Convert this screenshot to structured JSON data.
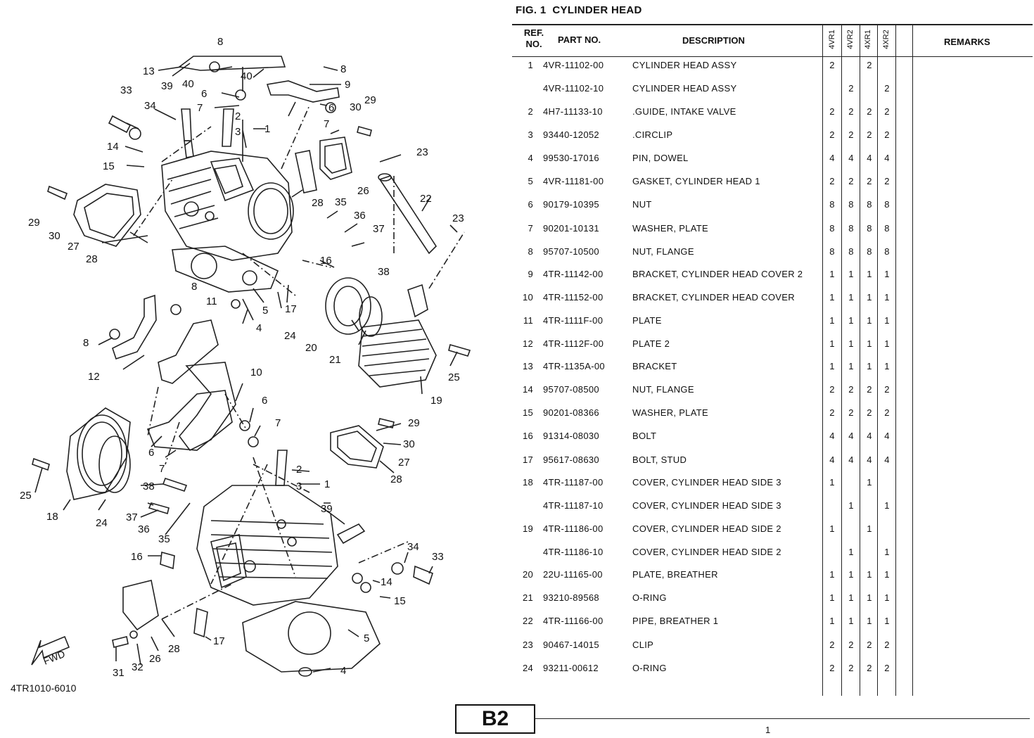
{
  "figure": {
    "label": "FIG. 1",
    "title": "CYLINDER HEAD"
  },
  "headers": {
    "ref_no_line1": "REF.",
    "ref_no_line2": "NO.",
    "part_no": "PART NO.",
    "description": "DESCRIPTION",
    "models": [
      "4VR1",
      "4VR2",
      "4XR1",
      "4XR2"
    ],
    "remarks": "REMARKS"
  },
  "rows": [
    {
      "ref": "1",
      "part": "4VR-11102-00",
      "desc": "CYLINDER HEAD ASSY",
      "q": [
        "2",
        "",
        "2",
        ""
      ]
    },
    {
      "ref": "",
      "part": "4VR-11102-10",
      "desc": "CYLINDER HEAD ASSY",
      "q": [
        "",
        "2",
        "",
        "2"
      ]
    },
    {
      "ref": "2",
      "part": "4H7-11133-10",
      "desc": ".GUIDE, INTAKE VALVE",
      "q": [
        "2",
        "2",
        "2",
        "2"
      ]
    },
    {
      "ref": "3",
      "part": "93440-12052",
      "desc": ".CIRCLIP",
      "q": [
        "2",
        "2",
        "2",
        "2"
      ]
    },
    {
      "ref": "4",
      "part": "99530-17016",
      "desc": "PIN, DOWEL",
      "q": [
        "4",
        "4",
        "4",
        "4"
      ]
    },
    {
      "ref": "5",
      "part": "4VR-11181-00",
      "desc": "GASKET, CYLINDER HEAD 1",
      "q": [
        "2",
        "2",
        "2",
        "2"
      ]
    },
    {
      "ref": "6",
      "part": "90179-10395",
      "desc": "NUT",
      "q": [
        "8",
        "8",
        "8",
        "8"
      ]
    },
    {
      "ref": "7",
      "part": "90201-10131",
      "desc": "WASHER, PLATE",
      "q": [
        "8",
        "8",
        "8",
        "8"
      ]
    },
    {
      "ref": "8",
      "part": "95707-10500",
      "desc": "NUT, FLANGE",
      "q": [
        "8",
        "8",
        "8",
        "8"
      ]
    },
    {
      "ref": "9",
      "part": "4TR-11142-00",
      "desc": "BRACKET, CYLINDER HEAD COVER 2",
      "q": [
        "1",
        "1",
        "1",
        "1"
      ]
    },
    {
      "ref": "10",
      "part": "4TR-11152-00",
      "desc": "BRACKET, CYLINDER HEAD COVER",
      "q": [
        "1",
        "1",
        "1",
        "1"
      ]
    },
    {
      "ref": "11",
      "part": "4TR-1111F-00",
      "desc": "PLATE",
      "q": [
        "1",
        "1",
        "1",
        "1"
      ]
    },
    {
      "ref": "12",
      "part": "4TR-1112F-00",
      "desc": "PLATE 2",
      "q": [
        "1",
        "1",
        "1",
        "1"
      ]
    },
    {
      "ref": "13",
      "part": "4TR-1135A-00",
      "desc": "BRACKET",
      "q": [
        "1",
        "1",
        "1",
        "1"
      ]
    },
    {
      "ref": "14",
      "part": "95707-08500",
      "desc": "NUT, FLANGE",
      "q": [
        "2",
        "2",
        "2",
        "2"
      ]
    },
    {
      "ref": "15",
      "part": "90201-08366",
      "desc": "WASHER, PLATE",
      "q": [
        "2",
        "2",
        "2",
        "2"
      ]
    },
    {
      "ref": "16",
      "part": "91314-08030",
      "desc": "BOLT",
      "q": [
        "4",
        "4",
        "4",
        "4"
      ]
    },
    {
      "ref": "17",
      "part": "95617-08630",
      "desc": "BOLT, STUD",
      "q": [
        "4",
        "4",
        "4",
        "4"
      ]
    },
    {
      "ref": "18",
      "part": "4TR-11187-00",
      "desc": "COVER, CYLINDER HEAD SIDE 3",
      "q": [
        "1",
        "",
        "1",
        ""
      ]
    },
    {
      "ref": "",
      "part": "4TR-11187-10",
      "desc": "COVER, CYLINDER HEAD SIDE 3",
      "q": [
        "",
        "1",
        "",
        "1"
      ]
    },
    {
      "ref": "19",
      "part": "4TR-11186-00",
      "desc": "COVER, CYLINDER HEAD SIDE 2",
      "q": [
        "1",
        "",
        "1",
        ""
      ]
    },
    {
      "ref": "",
      "part": "4TR-11186-10",
      "desc": "COVER, CYLINDER HEAD SIDE 2",
      "q": [
        "",
        "1",
        "",
        "1"
      ]
    },
    {
      "ref": "20",
      "part": "22U-11165-00",
      "desc": "PLATE, BREATHER",
      "q": [
        "1",
        "1",
        "1",
        "1"
      ]
    },
    {
      "ref": "21",
      "part": "93210-89568",
      "desc": "O-RING",
      "q": [
        "1",
        "1",
        "1",
        "1"
      ]
    },
    {
      "ref": "22",
      "part": "4TR-11166-00",
      "desc": "PIPE, BREATHER 1",
      "q": [
        "1",
        "1",
        "1",
        "1"
      ]
    },
    {
      "ref": "23",
      "part": "90467-14015",
      "desc": "CLIP",
      "q": [
        "2",
        "2",
        "2",
        "2"
      ]
    },
    {
      "ref": "24",
      "part": "93211-00612",
      "desc": "O-RING",
      "q": [
        "2",
        "2",
        "2",
        "2"
      ]
    }
  ],
  "diagram": {
    "code": "4TR1010-6010",
    "fwd": "FWD",
    "callouts": [
      "1",
      "2",
      "3",
      "4",
      "5",
      "6",
      "7",
      "8",
      "9",
      "10",
      "11",
      "12",
      "13",
      "14",
      "15",
      "16",
      "17",
      "18",
      "19",
      "20",
      "21",
      "22",
      "23",
      "24",
      "25",
      "26",
      "27",
      "28",
      "29",
      "30",
      "31",
      "32",
      "33",
      "34",
      "35",
      "36",
      "37",
      "38",
      "39",
      "40"
    ]
  },
  "footer": {
    "section": "B2",
    "page": "1"
  }
}
